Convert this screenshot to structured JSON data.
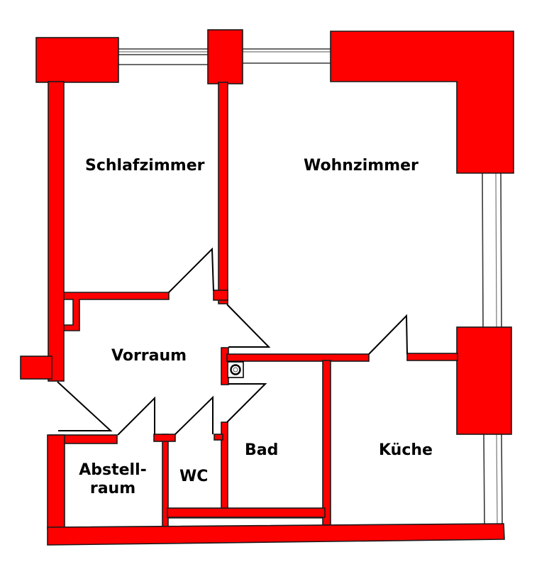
{
  "diagram": {
    "type": "floor-plan",
    "wall_color": "#fe0000",
    "rooms": [
      {
        "id": "schlafzimmer",
        "label": "Schlafzimmer"
      },
      {
        "id": "wohnzimmer",
        "label": "Wohnzimmer"
      },
      {
        "id": "vorraum",
        "label": "Vorraum"
      },
      {
        "id": "bad",
        "label": "Bad"
      },
      {
        "id": "kueche",
        "label": "Küche"
      },
      {
        "id": "wc",
        "label": "WC"
      },
      {
        "id": "abstellraum",
        "label_line1": "Abstell-",
        "label_line2": "raum"
      }
    ],
    "symbols": [
      {
        "id": "chimney",
        "icon": "ventilation-shaft-icon"
      }
    ]
  }
}
